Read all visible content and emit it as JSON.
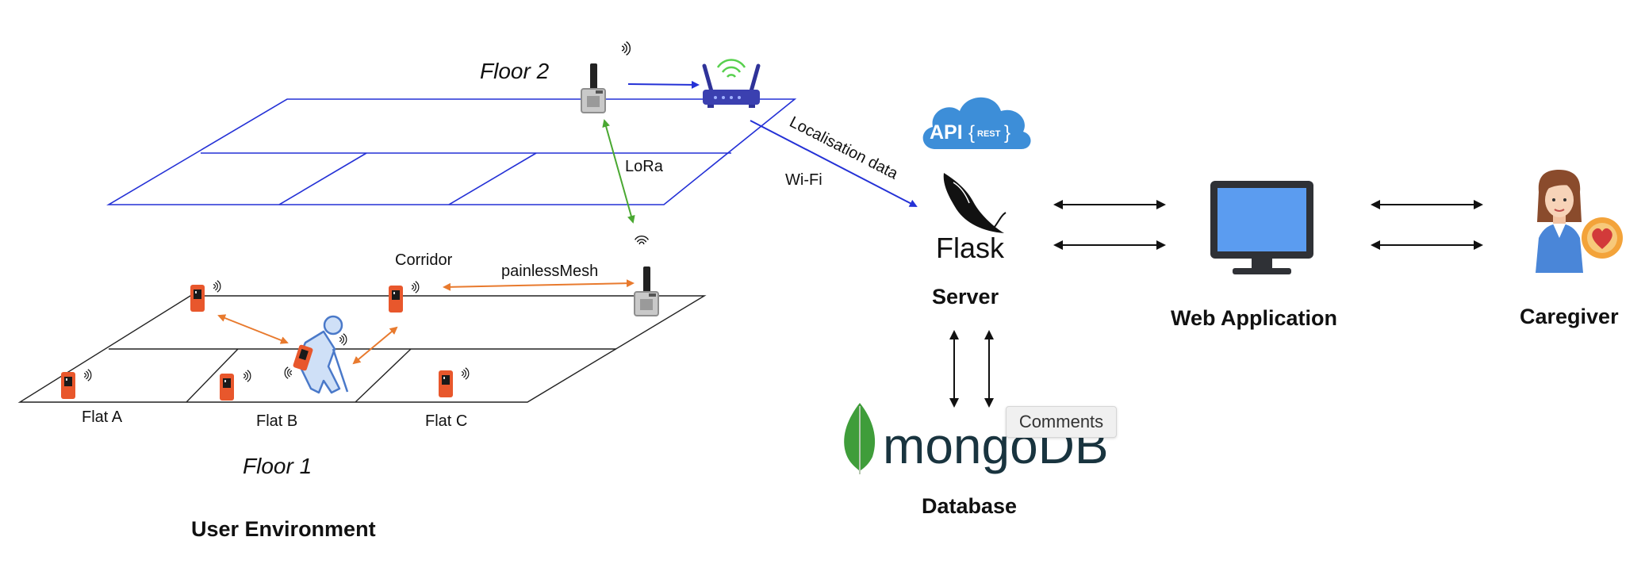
{
  "environment": {
    "floor2_label": "Floor 2",
    "floor1_label": "Floor 1",
    "corridor_label": "Corridor",
    "flats": [
      "Flat A",
      "Flat B",
      "Flat C"
    ],
    "lora_label": "LoRa",
    "mesh_label": "painlessMesh",
    "title": "User Environment"
  },
  "links": {
    "localisation_label": "Localisation data",
    "wifi_label": "Wi-Fi"
  },
  "server": {
    "api_label": "API",
    "rest_label": "REST",
    "flask_label": "Flask",
    "title": "Server"
  },
  "database": {
    "logo_text": "mongoDB",
    "title": "Database"
  },
  "web_app": {
    "title": "Web Application"
  },
  "caregiver": {
    "title": "Caregiver"
  },
  "overlay": {
    "comments_label": "Comments"
  },
  "colors": {
    "floor2_lines": "#2431d6",
    "floor1_lines": "#222222",
    "lora_arrow": "#4aa832",
    "mesh_arrow": "#e87a2e",
    "device": "#e8572c",
    "cloud": "#3d8ed8",
    "router": "#3b40b0",
    "monitor_screen": "#5b9cf0",
    "mongo_leaf": "#3f9d3a"
  }
}
